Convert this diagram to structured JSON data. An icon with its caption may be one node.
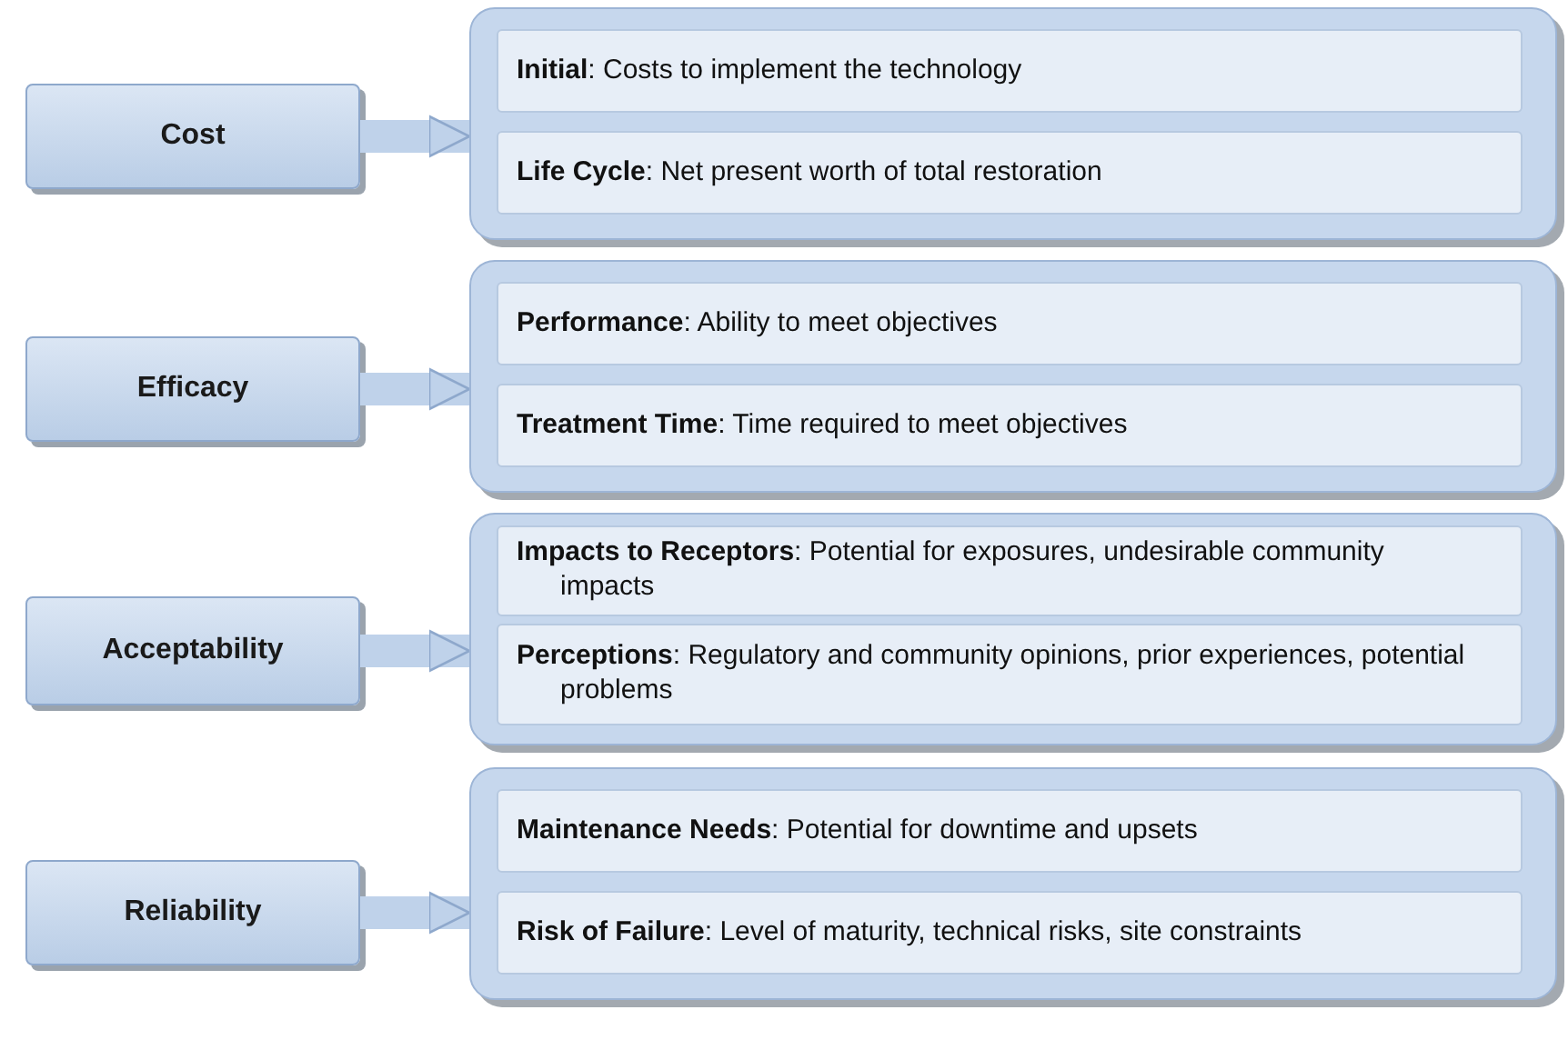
{
  "diagram": {
    "nodes": [
      {
        "text": [
          "Cost"
        ]
      },
      {
        "text": [],
        "shape": "box"
      },
      {
        "text": [
          "**Initial**: Costs to implement the technology"
        ],
        "in": 1
      },
      {
        "text": [
          "**Life Cycle**: Net present worth of total restoration"
        ],
        "in": 1
      },
      {
        "text": [
          "Efficacy"
        ]
      },
      {
        "text": [],
        "shape": "box"
      },
      {
        "text": [
          "**Performance**: Ability to meet objectives"
        ],
        "in": 5
      },
      {
        "text": [
          "**Treatment Time**: Time required to meet objectives"
        ],
        "in": 5
      },
      {
        "text": [
          "Acceptability"
        ]
      },
      {
        "text": [],
        "shape": "box"
      },
      {
        "text": [
          "**Impacts to Receptors**: Potential for exposures, undesirable community impacts"
        ],
        "in": 9
      },
      {
        "text": [
          "**Perceptions**: Regulatory and community opinions, prior experiences, potential problems"
        ],
        "in": 9
      },
      {
        "text": [
          "Reliability"
        ]
      },
      {
        "text": [],
        "shape": "box"
      },
      {
        "text": [
          "**Maintenance Needs**: Potential for downtime and upsets"
        ],
        "in": 13
      },
      {
        "text": [
          "**Risk of Failure**: Level of maturity, technical risks, site constraints"
        ],
        "in": 13
      }
    ],
    "edges": [
      {
        "from": 0,
        "to": 1,
        "arrow": "to"
      },
      {
        "from": 4,
        "to": 5,
        "arrow": "to"
      },
      {
        "from": 8,
        "to": 9,
        "arrow": "to"
      },
      {
        "from": 12,
        "to": 13,
        "arrow": "to"
      }
    ]
  }
}
